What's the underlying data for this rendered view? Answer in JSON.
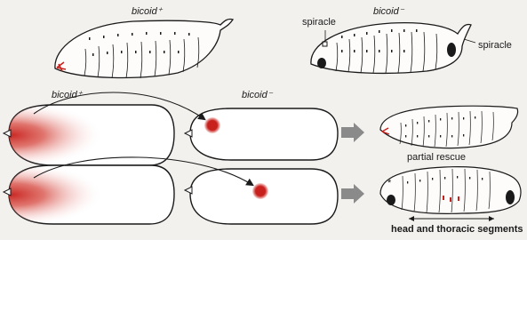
{
  "labels": {
    "bicoid_plus_top": "bicoid⁺",
    "bicoid_minus_top": "bicoid⁻",
    "spiracle_left": "spiracle",
    "spiracle_right": "spiracle",
    "bicoid_plus_egg": "bicoid⁺",
    "bicoid_minus_egg": "bicoid⁻",
    "partial_rescue": "partial rescue",
    "head_thoracic": "head and thoracic segments"
  },
  "colors": {
    "background": "#f3f1ee",
    "ink": "#1a1a1a",
    "bicoid_red": "#c8201c",
    "arrow_gray": "#8a8a8a"
  }
}
